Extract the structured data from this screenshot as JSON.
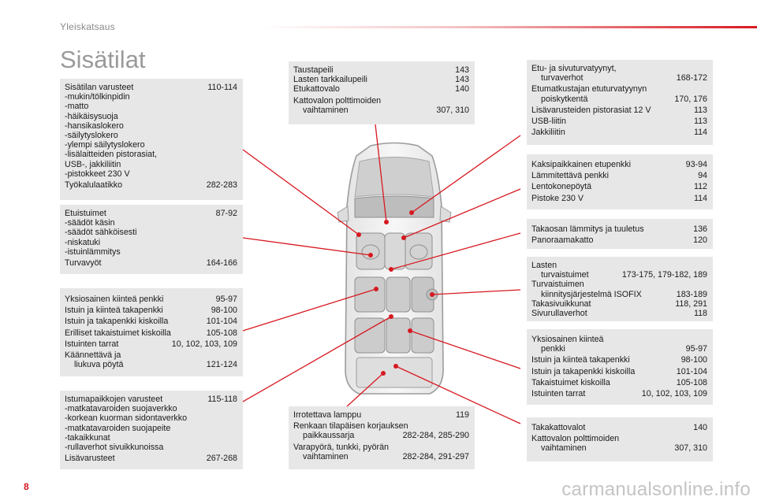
{
  "header": {
    "title": "Yleiskatsaus"
  },
  "page_title": "Sisätilat",
  "page_number": "8",
  "watermark": "carmanualsonline.info",
  "boxes": {
    "b1": {
      "r1": {
        "label": "Sisätilan varusteet",
        "pages": "110-114"
      },
      "items": [
        "mukin/tölkinpidin",
        "matto",
        "häikäisysuoja",
        "hansikaslokero",
        "säilytyslokero",
        "ylempi säilytyslokero",
        "lisälaitteiden pistorasiat,",
        "USB-, jakkiliitin",
        "pistokkeet 230 V"
      ],
      "r2": {
        "label": "Työkalulaatikko",
        "pages": "282-283"
      }
    },
    "b2": {
      "r1": {
        "label": "Etuistuimet",
        "pages": "87-92"
      },
      "items": [
        "säädöt käsin",
        "säädöt sähköisesti",
        "niskatuki",
        "istuinlämmitys"
      ],
      "r2": {
        "label": "Turvavyöt",
        "pages": "164-166"
      }
    },
    "b3": {
      "rows": [
        {
          "label": "Yksiosainen kiinteä penkki",
          "pages": "95-97"
        },
        {
          "label": "Istuin ja kiinteä takapenkki",
          "pages": "98-100"
        },
        {
          "label": "Istuin ja takapenkki kiskoilla",
          "pages": "101-104"
        },
        {
          "label": "Erilliset takaistuimet kiskoilla",
          "pages": "105-108"
        },
        {
          "label": "Istuinten tarrat",
          "pages": "10, 102, 103, 109"
        }
      ],
      "last_label_1": "Käännettävä ja",
      "last_label_2": "liukuva pöytä",
      "last_pages": "121-124"
    },
    "b4": {
      "r1": {
        "label": "Istumapaikkojen varusteet",
        "pages": "115-118"
      },
      "items": [
        "matkatavaroiden suojaverkko",
        "korkean kuorman sidontaverkko",
        "matkatavaroiden suojapeite",
        "takaikkunat",
        "rullaverhot sivuikkunoissa"
      ],
      "r2": {
        "label": "Lisävarusteet",
        "pages": "267-268"
      }
    },
    "b5": {
      "rows": [
        {
          "label": "Taustapeili",
          "pages": "143"
        },
        {
          "label": "Lasten tarkkailupeili",
          "pages": "143"
        },
        {
          "label": "Etukattovalo",
          "pages": "140"
        }
      ],
      "last_label_1": "Kattovalon polttimoiden",
      "last_label_2": "vaihtaminen",
      "last_pages": "307, 310"
    },
    "b6": {
      "r1": {
        "label": "Irrotettava lamppu",
        "pages": "119"
      },
      "r2_label_1": "Renkaan tilapäisen korjauksen",
      "r2_label_2": "paikkaussarja",
      "r2_pages": "282-284, 285-290",
      "r3_label_1": "Varapyörä, tunkki, pyörän",
      "r3_label_2": "vaihtaminen",
      "r3_pages": "282-284, 291-297"
    },
    "b7": {
      "r1_label_1": "Etu- ja sivuturvatyynyt,",
      "r1_label_2": "turvaverhot",
      "r1_pages": "168-172",
      "r2_label_1": "Etumatkustajan etuturvatyynyn",
      "r2_label_2": "poiskytkentä",
      "r2_pages": "170, 176",
      "rows": [
        {
          "label": "Lisävarusteiden pistorasiat 12 V",
          "pages": "113"
        },
        {
          "label": "USB-liitin",
          "pages": "113"
        },
        {
          "label": "Jakkiliitin",
          "pages": "114"
        }
      ]
    },
    "b8": {
      "rows": [
        {
          "label": "Kaksipaikkainen etupenkki",
          "pages": "93-94"
        },
        {
          "label": "Lämmitettävä penkki",
          "pages": "94"
        },
        {
          "label": "Lentokonepöytä",
          "pages": "112"
        },
        {
          "label": "Pistoke 230 V",
          "pages": "114"
        }
      ]
    },
    "b9": {
      "rows": [
        {
          "label": "Takaosan lämmitys ja tuuletus",
          "pages": "136"
        },
        {
          "label": "Panoraamakatto",
          "pages": "120"
        }
      ]
    },
    "b10": {
      "r1_label_1": "Lasten",
      "r1_label_2": "turvaistuimet",
      "r1_pages": "173-175, 179-182, 189",
      "r2_label_1": "Turvaistuimen",
      "r2_label_2": "kiinnitysjärjestelmä ISOFIX",
      "r2_pages": "183-189",
      "rows": [
        {
          "label": "Takasivuikkunat",
          "pages": "118, 291"
        },
        {
          "label": "Sivurullaverhot",
          "pages": "118"
        }
      ]
    },
    "b11": {
      "r1_label_1": "Yksiosainen kiinteä",
      "r1_label_2": "penkki",
      "r1_pages": "95-97",
      "rows": [
        {
          "label": "Istuin ja kiinteä takapenkki",
          "pages": "98-100"
        },
        {
          "label": "Istuin ja takapenkki kiskoilla",
          "pages": "101-104"
        },
        {
          "label": "Takaistuimet kiskoilla",
          "pages": "105-108"
        },
        {
          "label": "Istuinten tarrat",
          "pages": "10, 102, 103, 109"
        }
      ]
    },
    "b12": {
      "r1": {
        "label": "Takakattovalot",
        "pages": "140"
      },
      "r2_label_1": "Kattovalon polttimoiden",
      "r2_label_2": "vaihtaminen",
      "r2_pages": "307, 310"
    }
  },
  "colors": {
    "accent": "#d71920",
    "box_bg": "#e7e7e7",
    "title_grey": "#9a9a9a"
  }
}
